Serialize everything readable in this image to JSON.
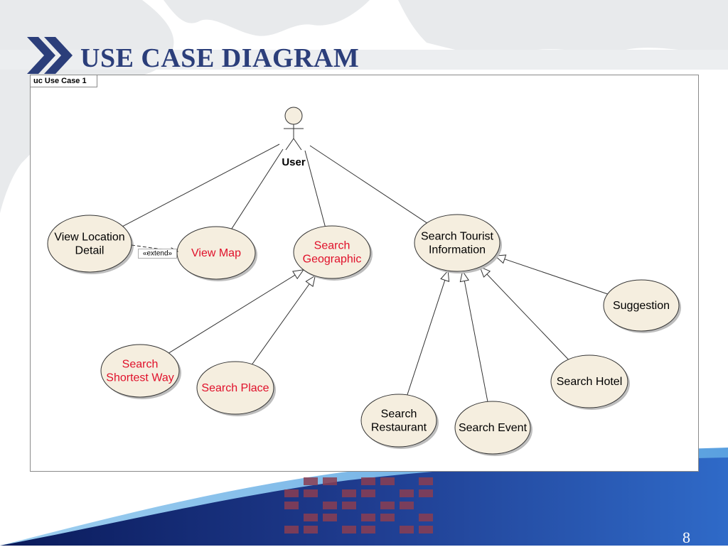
{
  "slide": {
    "title": "USE CASE DIAGRAM",
    "page_number": "8"
  },
  "diagram": {
    "frame_label": "uc Use Case 1",
    "actor": {
      "id": "user",
      "name": "User"
    },
    "use_cases": [
      {
        "id": "view-location-detail",
        "lines": [
          "View Location",
          "Detail"
        ],
        "color": "#000000"
      },
      {
        "id": "view-map",
        "lines": [
          "View Map"
        ],
        "color": "#e0102a"
      },
      {
        "id": "search-geographic",
        "lines": [
          "Search",
          "Geographic"
        ],
        "color": "#e0102a"
      },
      {
        "id": "search-tourist-information",
        "lines": [
          "Search Tourist",
          "Information"
        ],
        "color": "#000000"
      },
      {
        "id": "suggestion",
        "lines": [
          "Suggestion"
        ],
        "color": "#000000"
      },
      {
        "id": "search-shortest-way",
        "lines": [
          "Search",
          "Shortest Way"
        ],
        "color": "#e0102a"
      },
      {
        "id": "search-place",
        "lines": [
          "Search Place"
        ],
        "color": "#e0102a"
      },
      {
        "id": "search-restaurant",
        "lines": [
          "Search",
          "Restaurant"
        ],
        "color": "#000000"
      },
      {
        "id": "search-event",
        "lines": [
          "Search Event"
        ],
        "color": "#000000"
      },
      {
        "id": "search-hotel",
        "lines": [
          "Search Hotel"
        ],
        "color": "#000000"
      }
    ],
    "associations": [
      {
        "from": "user",
        "to": "view-location-detail"
      },
      {
        "from": "user",
        "to": "view-map"
      },
      {
        "from": "user",
        "to": "search-geographic"
      },
      {
        "from": "user",
        "to": "search-tourist-information"
      }
    ],
    "extends": [
      {
        "from": "view-location-detail",
        "to": "view-map",
        "label": "«extend»"
      }
    ],
    "generalizations": [
      {
        "child": "search-shortest-way",
        "parent": "search-geographic"
      },
      {
        "child": "search-place",
        "parent": "search-geographic"
      },
      {
        "child": "search-restaurant",
        "parent": "search-tourist-information"
      },
      {
        "child": "search-event",
        "parent": "search-tourist-information"
      },
      {
        "child": "search-hotel",
        "parent": "search-tourist-information"
      },
      {
        "child": "suggestion",
        "parent": "search-tourist-information"
      }
    ],
    "colors": {
      "usecase_fill": "#f5eedf",
      "usecase_stroke": "#333333",
      "title": "#2b3e7a"
    }
  }
}
